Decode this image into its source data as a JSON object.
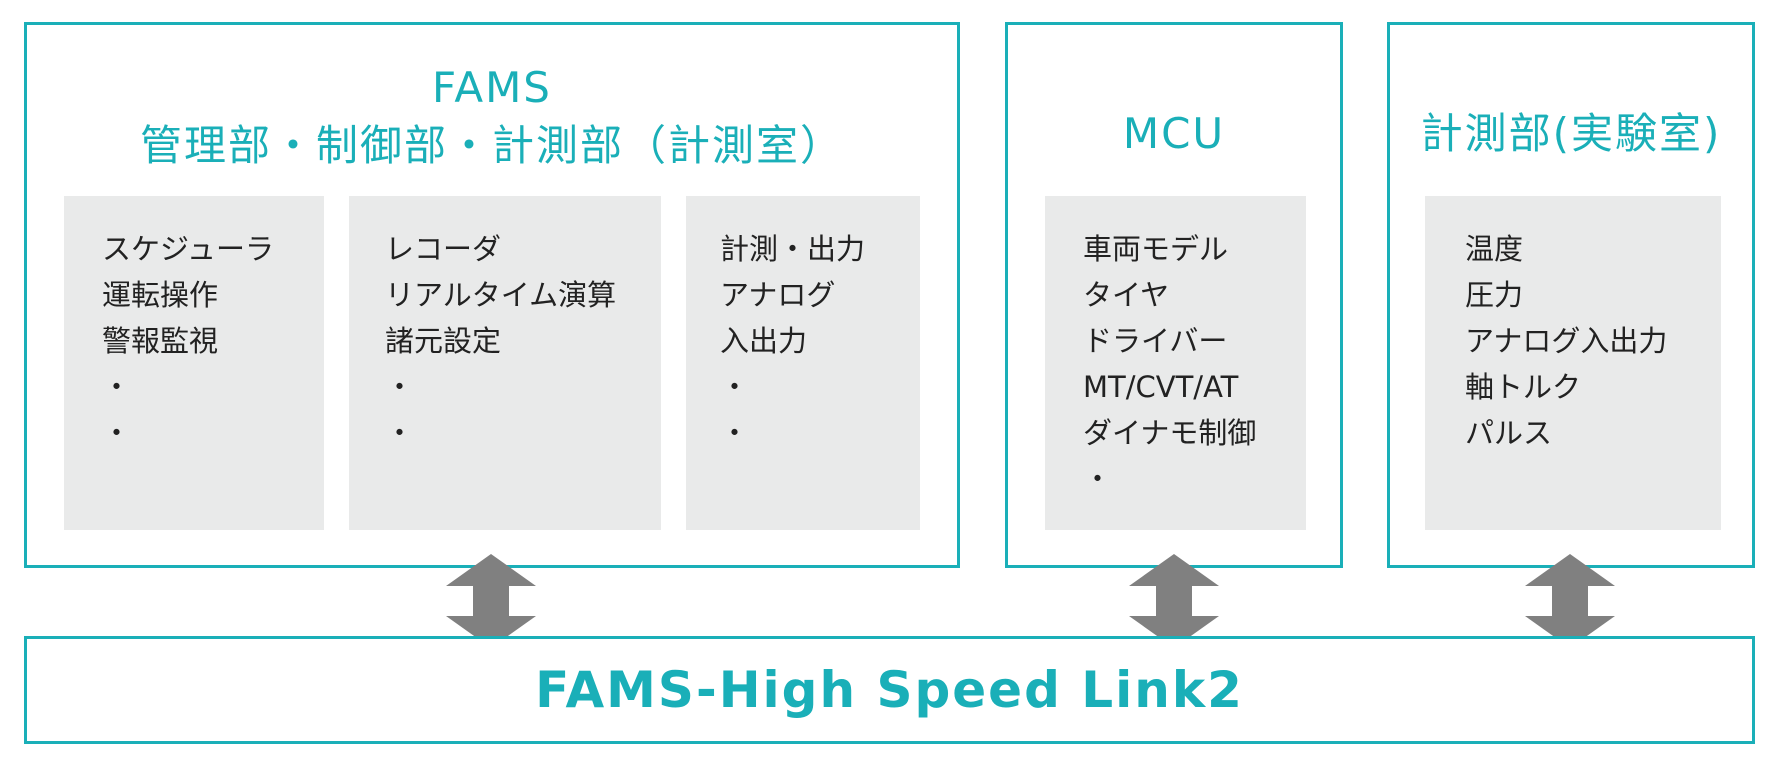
{
  "fams": {
    "title_line1": "FAMS",
    "title_line2": "管理部・制御部・計測部（計測室）",
    "panels": [
      {
        "items": [
          "スケジューラ",
          "運転操作",
          "警報監視",
          "・",
          "・"
        ]
      },
      {
        "items": [
          "レコーダ",
          "リアルタイム演算",
          "諸元設定",
          "・",
          "・"
        ]
      },
      {
        "items": [
          "計測・出力",
          "アナログ",
          "入出力",
          "・",
          "・"
        ]
      }
    ]
  },
  "mcu": {
    "title": "MCU",
    "items": [
      "車両モデル",
      "タイヤ",
      "ドライバー",
      "MT/CVT/AT",
      "ダイナモ制御",
      "・"
    ]
  },
  "lab": {
    "title": "計測部(実験室)",
    "items": [
      "温度",
      "圧力",
      "アナログ入出力",
      "軸トルク",
      "パルス"
    ]
  },
  "link": {
    "title": "FAMS-High Speed Link2"
  },
  "colors": {
    "accent": "#1aafb8",
    "panel_bg": "#e9eaea",
    "arrow": "#808080"
  }
}
